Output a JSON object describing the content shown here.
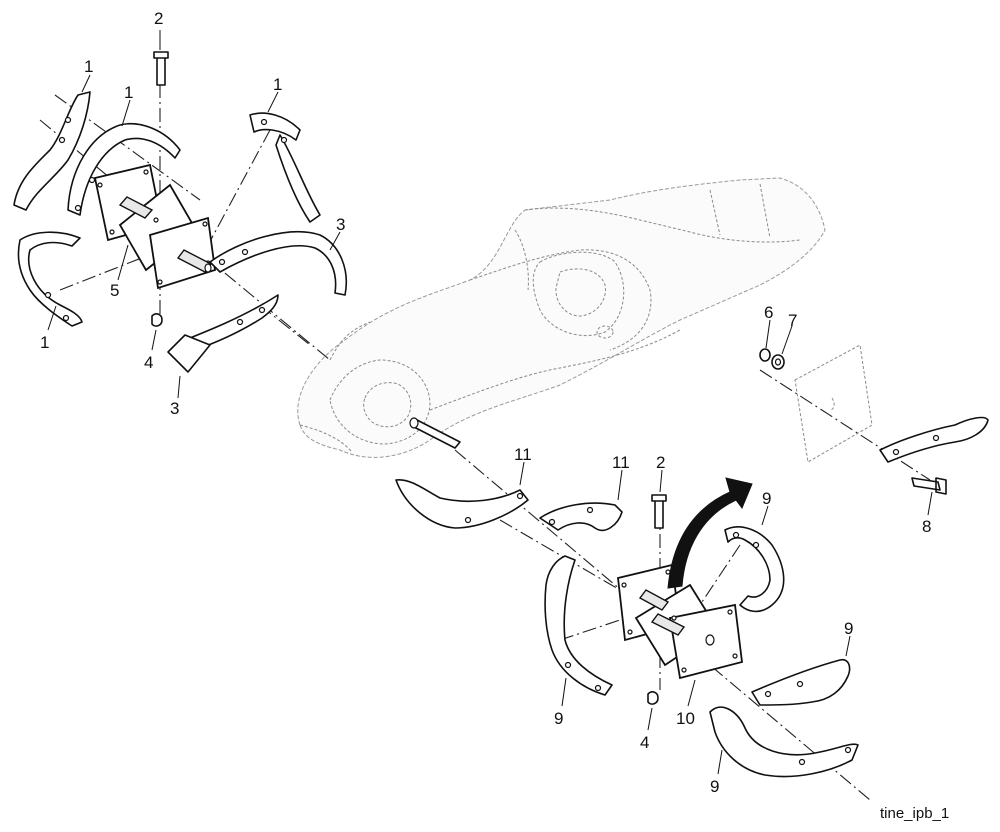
{
  "diagram": {
    "caption": "tine_ipb_1",
    "callouts": {
      "c1a": "1",
      "c1b": "1",
      "c1c": "1",
      "c1d": "1",
      "c2a": "2",
      "c2b": "2",
      "c3a": "3",
      "c3b": "3",
      "c4a": "4",
      "c4b": "4",
      "c5": "5",
      "c6": "6",
      "c7": "7",
      "c8": "8",
      "c9a": "9",
      "c9b": "9",
      "c9c": "9",
      "c9d": "9",
      "c10": "10",
      "c11a": "11",
      "c11b": "11"
    }
  }
}
